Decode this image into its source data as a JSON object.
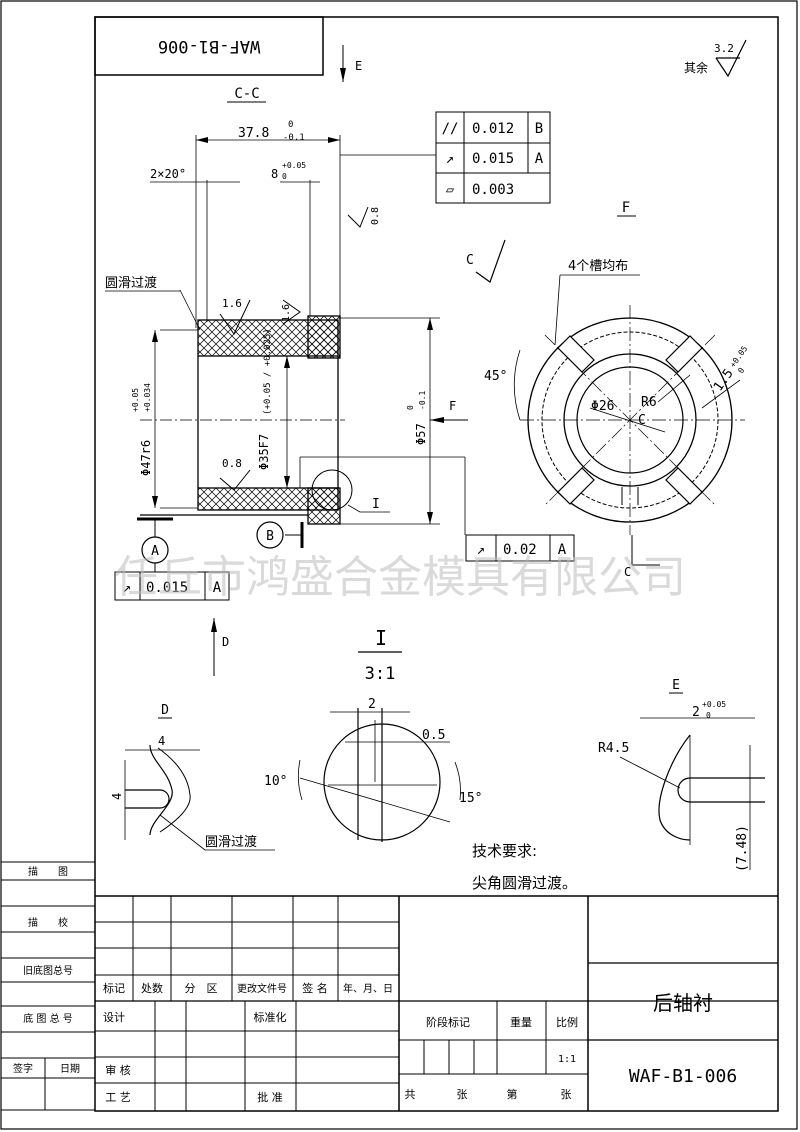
{
  "drawing_number": "WAF-B1-006",
  "part_name": "后轴衬",
  "watermark": "任丘市鸿盛合金模具有限公司",
  "surface_finish_other": {
    "label": "其余",
    "value": "3.2"
  },
  "views": {
    "section_cc": "C-C",
    "view_f": "F",
    "detail_i": "I",
    "detail_scale": "3:1",
    "view_d": "D",
    "view_e": "E"
  },
  "arrows": {
    "e": "E",
    "c": "C",
    "f": "F",
    "d": "D",
    "c_bottom": "C"
  },
  "datums": {
    "a": "A",
    "b": "B"
  },
  "dimensions": {
    "length_value": "37.8",
    "length_upper": "0",
    "length_lower": "-0.1",
    "chamfer": "2×20°",
    "groove_value": "8",
    "groove_upper": "+0.05",
    "groove_lower": "0",
    "outer_dia": "Φ47r6",
    "outer_dia_upper": "+0.05",
    "outer_dia_lower": "+0.034",
    "bore_dia": "Φ35F7",
    "bore_dia_tol": "(+0.05 / +0.025)",
    "flange_dia": "Φ57",
    "flange_upper": "0",
    "flange_lower": "-0.1",
    "rough_1": "1.6",
    "rough_2": "1.6",
    "rough_3": "0.8",
    "rough_4": "0.8",
    "label_i": "I",
    "center_c": "C",
    "f_dia": "Φ26",
    "f_radius": "R6",
    "f_groove": "1.5",
    "f_groove_upper": "+0.05",
    "f_groove_lower": "0",
    "f_angle": "45°",
    "f_slots": "4个槽均布",
    "d_width": "4",
    "d_height": "4",
    "d_note": "圆滑过渡",
    "i_width": "2",
    "i_offset": "0.5",
    "i_angle_left": "10°",
    "i_angle_right": "15°",
    "e_radius": "R4.5",
    "e_width": "2",
    "e_width_upper": "+0.05",
    "e_width_lower": "0",
    "e_height": "(7.48)",
    "smooth_note": "圆滑过渡"
  },
  "fcf": {
    "parallel": {
      "symbol": "//",
      "value": "0.012",
      "datum": "B"
    },
    "runout_1": {
      "symbol": "↗",
      "value": "0.015",
      "datum": "A"
    },
    "flatness": {
      "symbol": "▱",
      "value": "0.003"
    },
    "runout_2": {
      "symbol": "↗",
      "value": "0.02",
      "datum": "A"
    },
    "runout_3": {
      "symbol": "↗",
      "value": "0.015",
      "datum": "A"
    }
  },
  "tech_requirements": {
    "title": "技术要求:",
    "line1": "尖角圆滑过渡。"
  },
  "side_stamp": {
    "row1": "描　　图",
    "row2": "描　　校",
    "row3": "旧底图总号",
    "row4": "底 图 总 号",
    "sign": "签字",
    "date": "日期"
  },
  "title_block": {
    "biaoji": "标记",
    "chushu": "处数",
    "fenqu": "分　区",
    "gengai": "更改文件号",
    "qianming": "签 名",
    "nianyueri": "年、月、日",
    "sheji": "设计",
    "biaozhunhua": "标准化",
    "shenhe": "审 核",
    "gongyi": "工 艺",
    "pizhun": "批 准",
    "jieduan": "阶段标记",
    "zhongliang": "重量",
    "bili": "比例",
    "scale_value": "1:1",
    "gong": "共",
    "zhang1": "张",
    "di": "第",
    "zhang2": "张"
  }
}
